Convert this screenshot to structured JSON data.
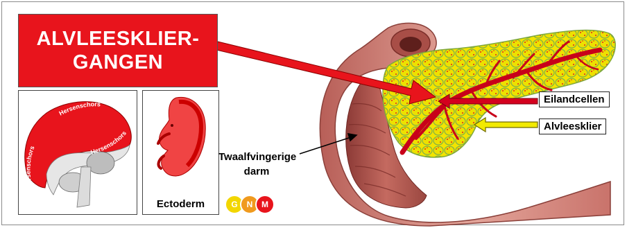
{
  "title": "ALVLEESKLIER-\nGANGEN",
  "brain_labels": [
    "Hersenschors",
    "Hersenschors",
    "Hersenschors"
  ],
  "embryo_label": "Ectoderm",
  "labels": {
    "eilandcellen": "Eilandcellen",
    "alvleesklier": "Alvleesklier",
    "twaalfvingerige": "Twaalfvingerige\ndarm"
  },
  "logo": [
    "G",
    "N",
    "M"
  ],
  "colors": {
    "title_bg": "#e8141c",
    "pancreas": "#f2e500",
    "duct": "#c8001a",
    "duodenum": "#c9736b",
    "alvleesklier_arrow": "#f2ea00",
    "eilandcellen_arrow": "#d4001e"
  }
}
